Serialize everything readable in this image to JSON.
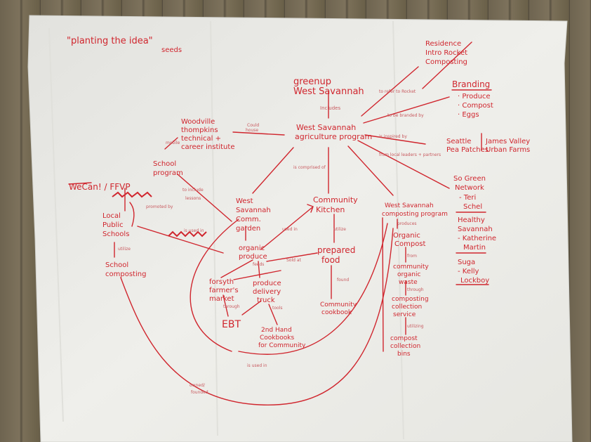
{
  "colors": {
    "ink": "#d0262e",
    "paper": "#eeeeea",
    "fence": "#6e6450"
  },
  "labels": {
    "title": "\"planting the idea\"",
    "seeds": "seeds",
    "greenup1": "greenup",
    "greenup2": "West Savannah",
    "wsap1": "West Savannah",
    "wsap2": "agriculture program",
    "includes": "Includes",
    "residence1": "Residence",
    "residence2": "Intro Rocket",
    "residence3": "Composting",
    "branding": "Branding",
    "produce_b": "· Produce",
    "compost_b": "· Compost",
    "eggs": "· Eggs",
    "seattle1": "Seattle",
    "seattle2": "Pea Patches",
    "james1": "James Valley",
    "james2": "Urban Farms",
    "sogreen1": "So Green",
    "sogreen2": "Network",
    "teri": "- Teri",
    "schel": "Schel",
    "healthy1": "Healthy",
    "healthy2": "Savannah",
    "katherine": "- Katherine",
    "martin": "Martin",
    "suga": "Suga",
    "kelly": "- Kelly",
    "lockboy": "Lockboy",
    "woodville1": "Woodville",
    "woodville2": "thompkins",
    "woodville3": "technical +",
    "woodville4": "career institute",
    "school1": "School",
    "school2": "program",
    "wecan": "WeCan! / FFVP",
    "local1": "Local",
    "local2": "Public",
    "local3": "Schools",
    "schoolcomp1": "School",
    "schoolcomp2": "composting",
    "wsgarden1": "West",
    "wsgarden2": "Savannah",
    "wsgarden3": "Comm.",
    "wsgarden4": "garden",
    "kitchen1": "Community",
    "kitchen2": "Kitchen",
    "wscomp1": "West Savannah",
    "wscomp2": "composting program",
    "orgcomp1": "Organic",
    "orgcomp2": "Compost",
    "orgprod1": "organic",
    "orgprod2": "produce",
    "prepared1": "prepared",
    "prepared2": "food",
    "forsyth1": "forsyth",
    "forsyth2": "farmer's",
    "forsyth3": "market",
    "truck1": "produce",
    "truck2": "delivery",
    "truck3": "truck",
    "ebt": "EBT",
    "cookbooks1": "2nd Hand",
    "cookbooks2": "Cookbooks",
    "cookbooks3": "for Community",
    "cookbook1": "Community",
    "cookbook2": "cookbook",
    "waste1": "community",
    "waste2": "organic",
    "waste3": "waste",
    "service1": "composting",
    "service2": "collection",
    "service3": "service",
    "bins1": "compost",
    "bins2": "collection",
    "bins3": "bins",
    "e_could": "Could",
    "e_house": "house",
    "e_comprised": "is comprised of",
    "e_inspired": "is inspired by",
    "e_branded": "to be branded by",
    "e_refer": "to refer to Rocket",
    "e_local": "from local leaders + partners",
    "e_include": "to include",
    "e_lessons": "lessons",
    "e_promoted": "promoted by",
    "e_utilize": "utilize",
    "e_used": "is used in",
    "e_used2": "used in",
    "e_sold": "Sold at",
    "e_utilize2": "utilize",
    "e_from": "from",
    "e_through": "through",
    "e_utilizing": "utilizing",
    "e_feeds": "feeds",
    "e_produces": "produces",
    "e_found": "found",
    "e_tools": "tools",
    "e_through2": "through",
    "e_mobile": "mobile",
    "e_used3": "is used in",
    "e_owned": "owned/",
    "e_founded": "founded"
  }
}
